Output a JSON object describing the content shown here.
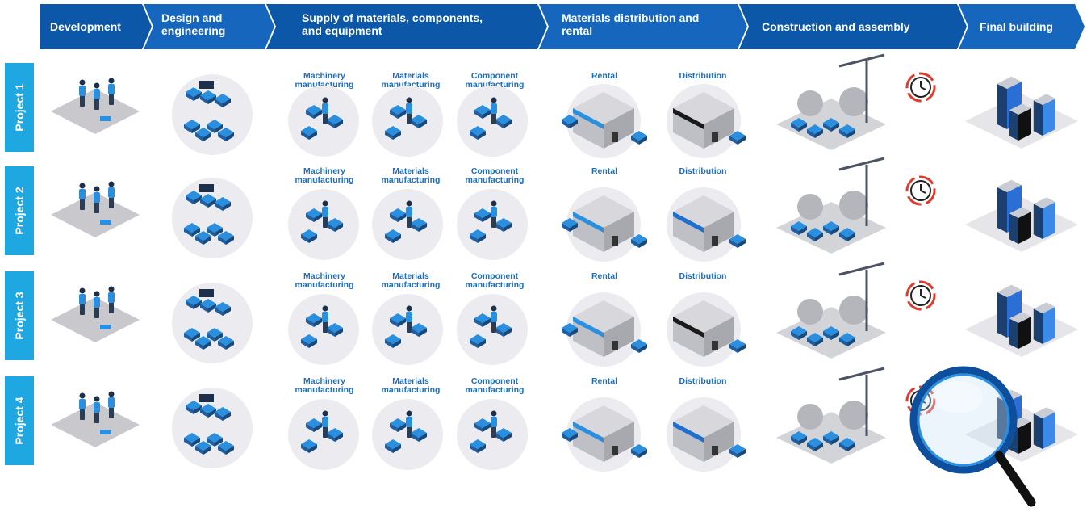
{
  "stages": [
    "Development",
    "Design and engineering",
    "Supply of materials, components, and equipment",
    "Materials distribution and rental",
    "Construction and assembly",
    "Final building"
  ],
  "projects": [
    "Project 1",
    "Project 2",
    "Project 3",
    "Project 4"
  ],
  "sublabels": {
    "machinery": "Machinery manufacturing",
    "materials": "Materials manufacturing",
    "component": "Component manufacturing",
    "rental": "Rental",
    "distribution": "Distribution"
  },
  "colors": {
    "chevron_dark": "#0d57a8",
    "chevron_light": "#1666be",
    "project_tab": "#1ea7e1",
    "sublabel": "#1b6ec2",
    "accent_blue": "#2b8fe0",
    "clock_red": "#e03a2f"
  }
}
